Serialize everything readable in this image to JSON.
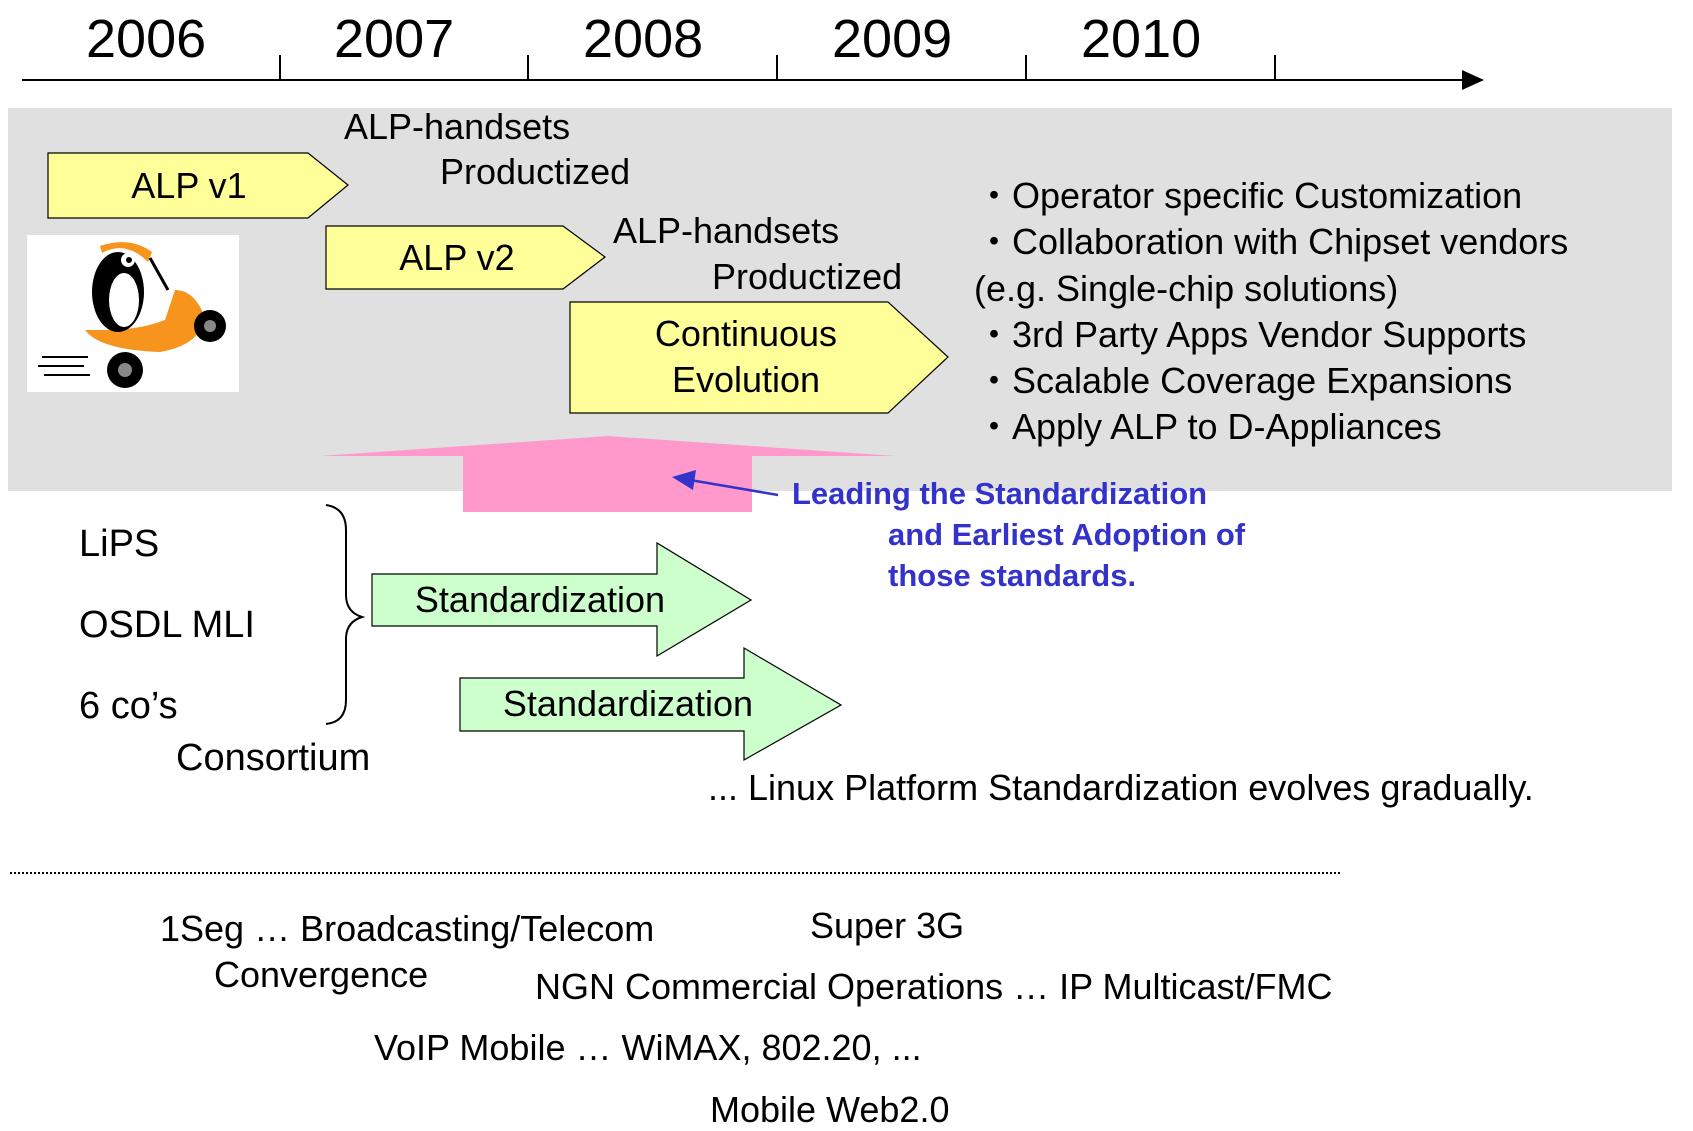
{
  "timeline": {
    "years": [
      "2006",
      "2007",
      "2008",
      "2009",
      "2010"
    ]
  },
  "alp": {
    "v1_label": "ALP v1",
    "v1_note_line1": "ALP-handsets",
    "v1_note_line2": "Productized",
    "v2_label": "ALP v2",
    "v2_note_line1": "ALP-handsets",
    "v2_note_line2": "Productized",
    "evolution_line1": "Continuous",
    "evolution_line2": "Evolution"
  },
  "features": [
    "・Operator specific Customization",
    "・Collaboration with Chipset vendors",
    "(e.g. Single-chip solutions)",
    "・3rd Party Apps Vendor Supports",
    "・Scalable Coverage Expansions",
    "・Apply ALP to D-Appliances"
  ],
  "callout": {
    "line1": "Leading the Standardization",
    "line2": "and Earliest Adoption of",
    "line3": "those standards."
  },
  "standards_groups": [
    "LiPS",
    "OSDL MLI",
    "6 co’s",
    "Consortium"
  ],
  "standardization": {
    "arrow1_label": "Standardization",
    "arrow2_label": "Standardization",
    "note": "... Linux Platform Standardization evolves gradually."
  },
  "trends": {
    "line1": "1Seg … Broadcasting/Telecom",
    "line1b": "Convergence",
    "line2": "Super 3G",
    "line3": "NGN Commercial Operations … IP Multicast/FMC",
    "line4": "VoIP Mobile … WiMAX, 802.20, ...",
    "line5": "Mobile Web2.0"
  },
  "colors": {
    "band": "#e0e0e0",
    "yellow": "#ffff99",
    "green": "#ccffcc",
    "pink": "#ff99cc",
    "blue": "#3333cc",
    "orange": "#f7941d"
  },
  "icons": [
    "penguin-scooter-logo"
  ]
}
